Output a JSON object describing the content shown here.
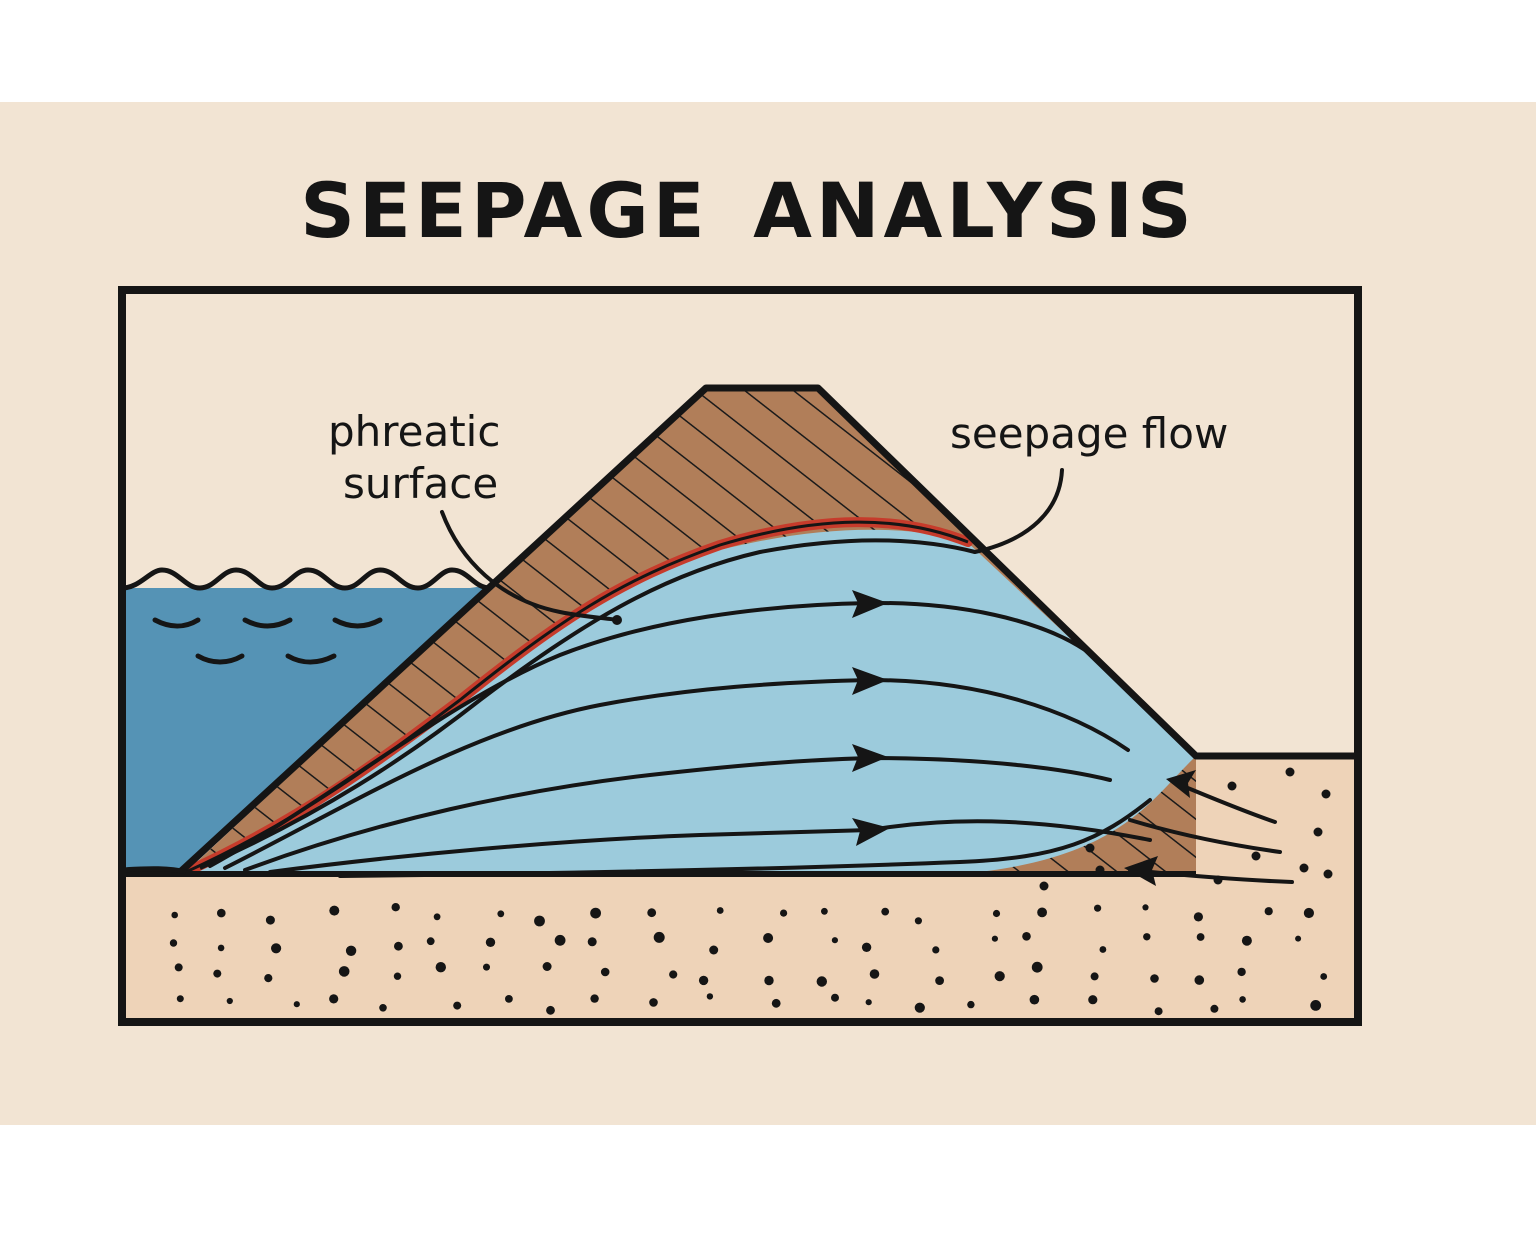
{
  "title": "SEEPAGE ANALYSIS",
  "labels": {
    "phreatic_line1": "phreatic",
    "phreatic_line2": "surface",
    "seepage_flow": "seepage flow"
  },
  "colors": {
    "background": "#f2e4d3",
    "water": "#5593b5",
    "seepage_zone": "#9ccbdc",
    "dam_fill": "#b17e59",
    "phreatic_line": "#c63b2b",
    "ground": "#eed3b8",
    "outline": "#151515"
  }
}
